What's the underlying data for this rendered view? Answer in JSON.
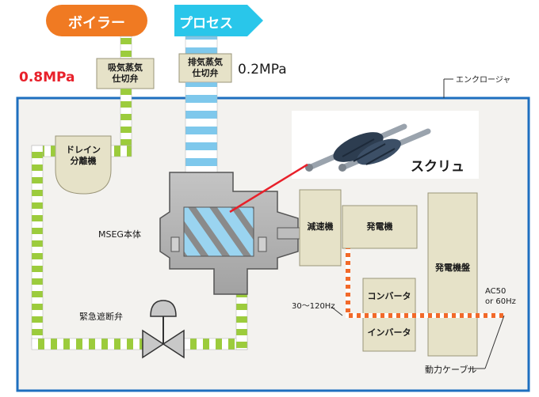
{
  "diagram": {
    "boiler_label": "ボイラー",
    "process_label": "プロセス",
    "pressure_high": "0.8MPa",
    "pressure_low": "0.2MPa",
    "intake_valve": [
      "吸気蒸気",
      "仕切弁"
    ],
    "exhaust_valve": [
      "排気蒸気",
      "仕切弁"
    ],
    "enclosure_label": "エンクロージャ",
    "drain_separator": [
      "ドレイン",
      "分離機"
    ],
    "mseg_label": "MSEG本体",
    "screw_label": "スクリュ",
    "reducer_label": "減速機",
    "generator_label": "発電機",
    "panel_label": "発電機盤",
    "converter_label": "コンバータ",
    "inverter_label": "インバータ",
    "freq_label": "30～120Hz",
    "ac_label": [
      "AC50",
      "or 60Hz"
    ],
    "emergency_valve": "緊急遮断弁",
    "power_cable": "動力ケーブル"
  },
  "colors": {
    "boiler": "#f07a22",
    "process": "#29c6ea",
    "enclosure": "#1e6fbf",
    "steam_high": "#9ccc3c",
    "steam_low": "#7ec8ec",
    "pressure_red": "#e8202a",
    "cable": "#f26a2a",
    "equipment": "#e6e2c8"
  }
}
